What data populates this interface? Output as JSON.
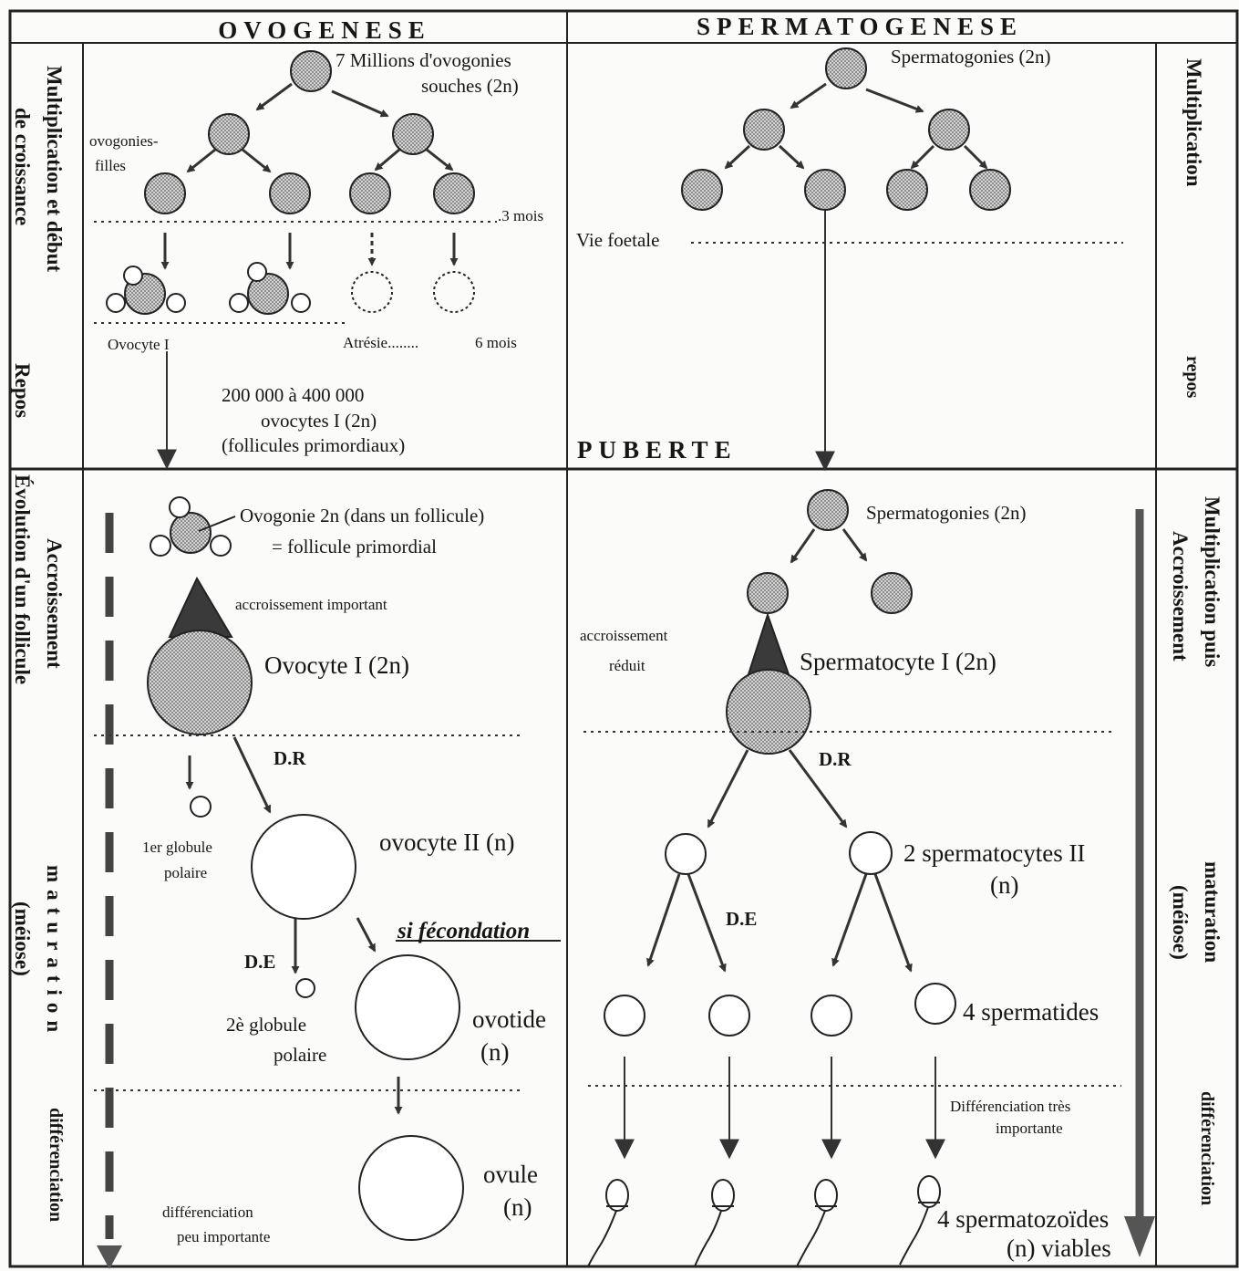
{
  "headers": {
    "left": "OVOGENESE",
    "right": "SPERMATOGENESE"
  },
  "left_side": {
    "multiplication": "Multiplication et début",
    "croissance": "de croissance",
    "repos": "Repos",
    "accroissement": "Accroissement",
    "evolution": "Évolution d'un follicule",
    "maturation": "maturation",
    "meiose": "(méiose)",
    "differenciation": "différenciation"
  },
  "right_side": {
    "multiplication": "Multiplication",
    "repos": "repos",
    "mult_puis": "Multiplication puis",
    "accroissement": "Accroissement",
    "maturation": "maturation",
    "meiose": "(méiose)",
    "differenciation": "différenciation"
  },
  "ovo": {
    "millions_1": "7 Millions d'ovogonies",
    "millions_2": "souches  (2n)",
    "filles_1": "ovogonies-",
    "filles_2": "filles",
    "trois_mois": ".3 mois",
    "ovocyte_i": "Ovocyte I",
    "atresie": "Atrésie........",
    "six_mois": "6 mois",
    "count_1": "200 000 à 400 000",
    "count_2": "ovocytes I  (2n)",
    "count_3": "(follicules primordiaux)",
    "ovogonie_1": "Ovogonie 2n (dans un follicule)",
    "ovogonie_2": "= follicule primordial",
    "accroissement": "accroissement important",
    "ovocyte_i_2n": "Ovocyte I (2n)",
    "dr": "D.R",
    "globule1_1": "1er globule",
    "globule1_2": "polaire",
    "ovocyte_ii": "ovocyte II (n)",
    "fecondation": "si fécondation",
    "de": "D.E",
    "globule2_1": "2è globule",
    "globule2_2": "polaire",
    "ovotide_1": "ovotide",
    "ovotide_2": "(n)",
    "ovule_1": "ovule",
    "ovule_2": "(n)",
    "diff_1": "différenciation",
    "diff_2": "peu importante"
  },
  "sperm": {
    "spermatogonies_top": "Spermatogonies (2n)",
    "vie_foetale": "Vie foetale",
    "puberte": "PUBERTE",
    "spermatogonies_mid": "Spermatogonies  (2n)",
    "accr_1": "accroissement",
    "accr_2": "réduit",
    "spermatocyte_i": "Spermatocyte I (2n)",
    "dr": "D.R",
    "spermatocytes_ii_1": "2 spermatocytes II",
    "spermatocytes_ii_2": "(n)",
    "de": "D.E",
    "spermatides": "4 spermatides",
    "diff_1": "Différenciation très",
    "diff_2": "importante",
    "spermatozoides_1": "4 spermatozoïdes",
    "spermatozoides_2": "(n) viables"
  },
  "colors": {
    "ink": "#161616",
    "cell_fill": "#9a9a9a",
    "paper": "#fbfbf9",
    "arrow": "#3a3a3a"
  }
}
